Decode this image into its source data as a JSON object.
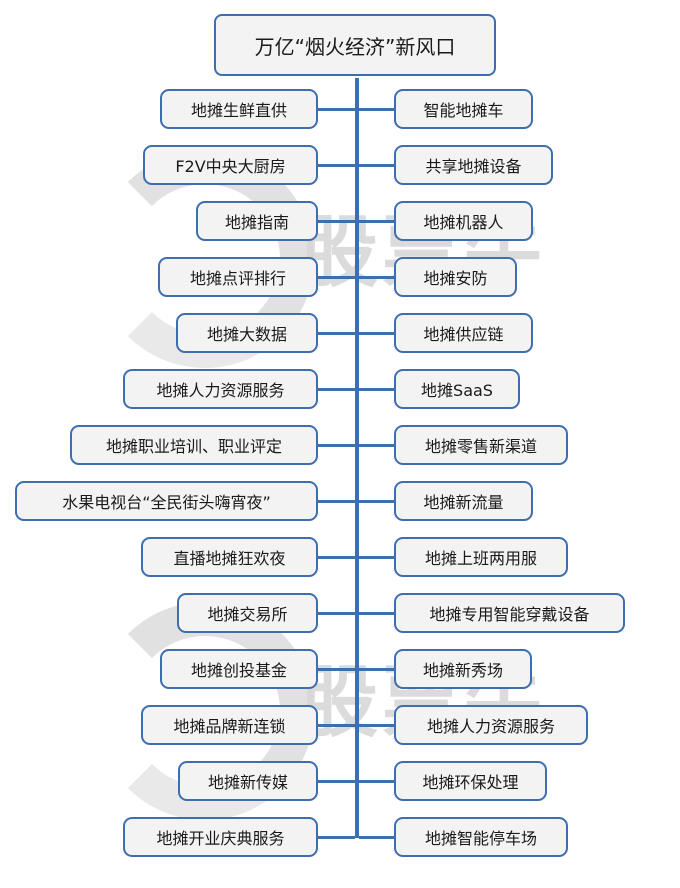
{
  "diagram": {
    "root": "万亿“烟火经济”新风口",
    "left_items": [
      "地摊生鲜直供",
      "F2V中央大厨房",
      "地摊指南",
      "地摊点评排行",
      "地摊大数据",
      "地摊人力资源服务",
      "地摊职业培训、职业评定",
      "水果电视台“全民街头嗨宵夜”",
      "直播地摊狂欢夜",
      "地摊交易所",
      "地摊创投基金",
      "地摊品牌新连锁",
      "地摊新传媒",
      "地摊开业庆典服务"
    ],
    "right_items": [
      "智能地摊车",
      "共享地摊设备",
      "地摊机器人",
      "地摊安防",
      "地摊供应链",
      "地摊SaaS",
      "地摊零售新渠道",
      "地摊新流量",
      "地摊上班两用服",
      "地摊专用智能穿戴设备",
      "地摊新秀场",
      "地摊人力资源服务",
      "地摊环保处理",
      "地摊智能停车场"
    ]
  },
  "watermark": {
    "text": "股票牛",
    "color": "#d8d8d8"
  },
  "colors": {
    "line": "#3d6fb0",
    "box_fill": "#f3f3f3",
    "text": "#1a1a1a"
  }
}
